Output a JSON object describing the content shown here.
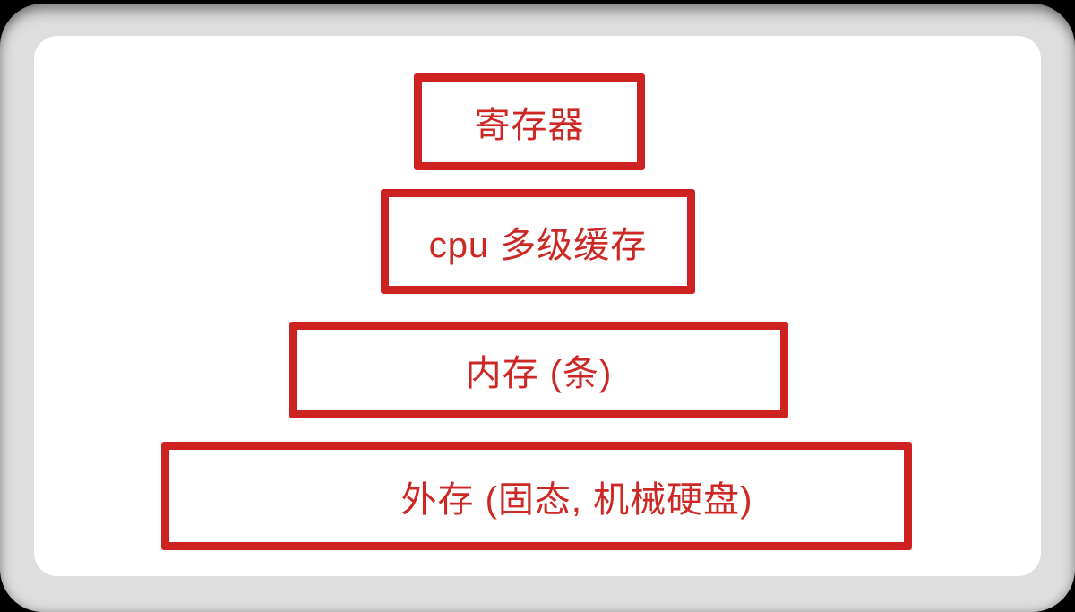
{
  "diagram": {
    "type": "memory-hierarchy-stack",
    "levels": [
      {
        "label": "寄存器"
      },
      {
        "label": "cpu 多级缓存"
      },
      {
        "label": "内存 (条)"
      },
      {
        "label": "外存 (固态, 机械硬盘)"
      }
    ],
    "colors": {
      "box_border": "#ce2121",
      "box_text": "#cd2824",
      "card_background": "#ffffff",
      "frame_background": "#dedede",
      "outer_background": "#000000"
    }
  }
}
